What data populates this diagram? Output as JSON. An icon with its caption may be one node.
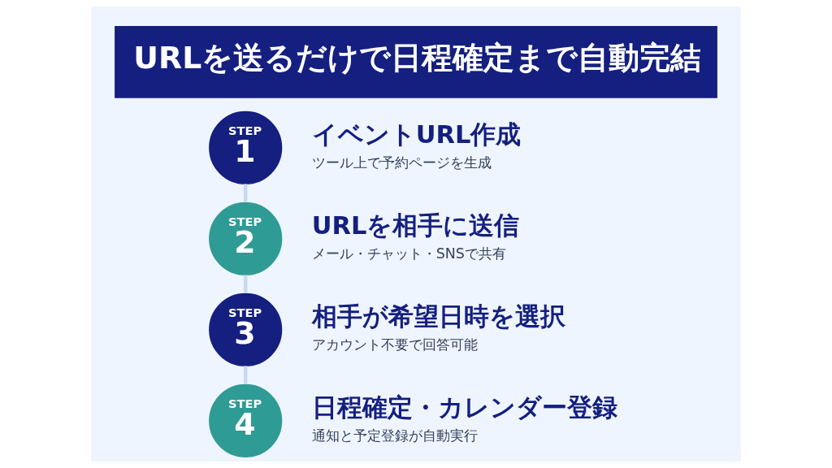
{
  "diagram": {
    "title": "URLを送るだけで日程確定まで自動完結",
    "nodes": [
      {
        "text": [
          "STEP",
          "1"
        ],
        "beside": [
          "イベントURL作成",
          "ツール上で予約ページを生成"
        ]
      },
      {
        "text": [
          "STEP",
          "2"
        ],
        "beside": [
          "URLを相手に送信",
          "メール・チャット・SNSで共有"
        ]
      },
      {
        "text": [
          "STEP",
          "3"
        ],
        "beside": [
          "相手が希望日時を選択",
          "アカウント不要で回答可能"
        ]
      },
      {
        "text": [
          "STEP",
          "4"
        ],
        "beside": [
          "日程確定・カレンダー登録",
          "通知と予定登録が自動実行"
        ]
      }
    ],
    "edges": [
      {
        "from": 0,
        "to": 1,
        "arrow": "none"
      },
      {
        "from": 1,
        "to": 2,
        "arrow": "none"
      },
      {
        "from": 2,
        "to": 3,
        "arrow": "none"
      }
    ]
  }
}
